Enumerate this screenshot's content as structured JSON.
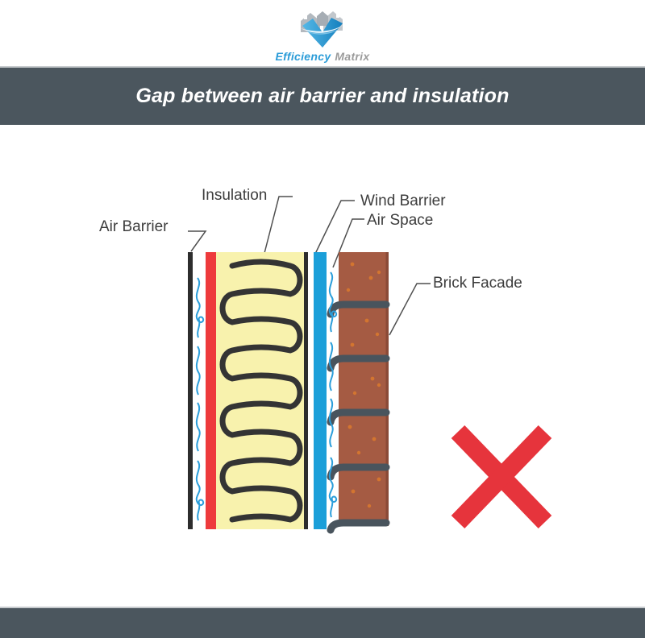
{
  "brand": {
    "logo_word_primary": "Efficiency",
    "logo_word_secondary": "Matrix"
  },
  "header": {
    "title": "Gap between air barrier and insulation"
  },
  "diagram": {
    "labels": {
      "air_barrier": "Air Barrier",
      "insulation": "Insulation",
      "wind_barrier": "Wind Barrier",
      "air_space": "Air Space",
      "brick_facade": "Brick Facade"
    },
    "verdict_icon": "red-cross",
    "colors": {
      "band": "#4b565e",
      "band_top_edge": "#c7cbce",
      "air_barrier_line": "#2d2d2d",
      "red_layer": "#ee3a3c",
      "insulation_fill": "#f8f2ad",
      "insulation_coil": "#343434",
      "wind_barrier_blue": "#1b9fd9",
      "air_flow_blue": "#2a9edb",
      "brick": "#a55b43",
      "brick_edge": "#8a4a37",
      "brick_speck": "#d8782f",
      "brick_tie": "#49545d",
      "cross_red": "#e6343c",
      "label_text": "#3d3d3d",
      "leader_line": "#4f4f4f",
      "logo_blue": "#2b9cd8",
      "logo_gray": "#9b9b9b",
      "title_text": "#ffffff"
    }
  }
}
